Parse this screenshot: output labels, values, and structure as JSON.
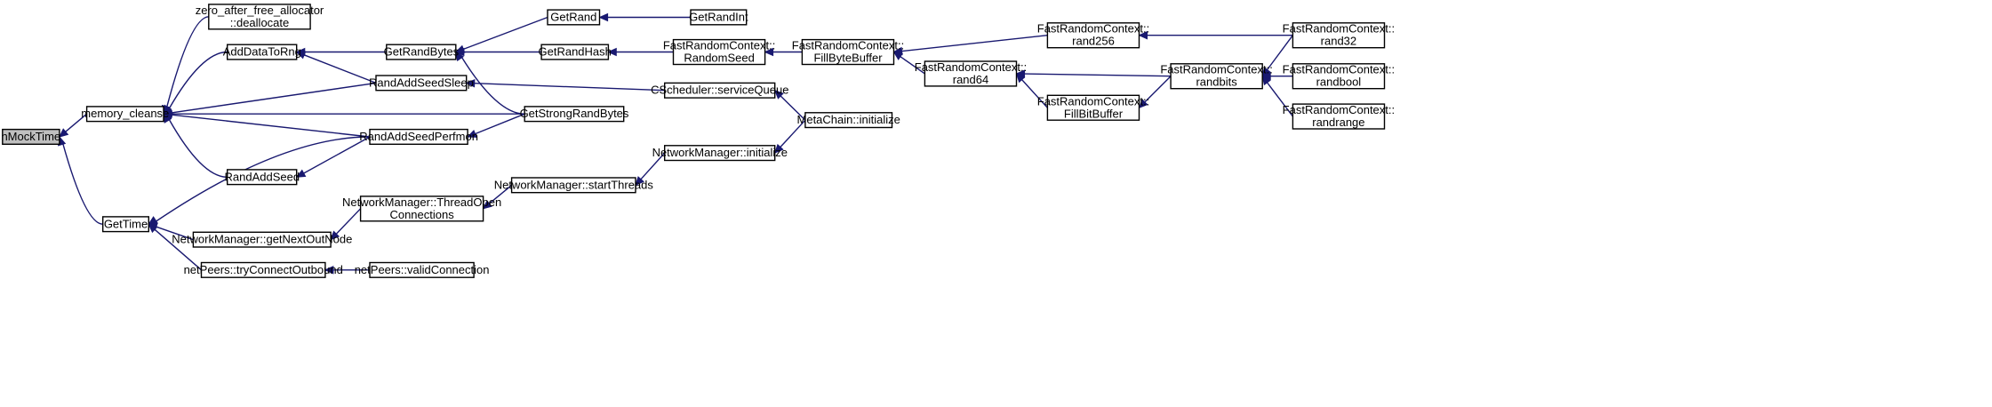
{
  "diagram": {
    "title": "",
    "edge_color": "#191970",
    "root_fill": "#bfbfbf",
    "nodes": [
      {
        "id": "nMockTime",
        "lines": [
          "nMockTime"
        ],
        "root": true
      },
      {
        "id": "memory_cleanse",
        "lines": [
          "memory_cleanse"
        ]
      },
      {
        "id": "GetTime",
        "lines": [
          "GetTime"
        ]
      },
      {
        "id": "zafa_dealloc",
        "lines": [
          "zero_after_free_allocator",
          "::deallocate"
        ]
      },
      {
        "id": "AddDataToRng",
        "lines": [
          "AddDataToRng"
        ]
      },
      {
        "id": "RandAddSeed",
        "lines": [
          "RandAddSeed"
        ]
      },
      {
        "id": "NM_getNextOutNode",
        "lines": [
          "NetworkManager::getNextOutNode"
        ]
      },
      {
        "id": "netPeers_tryConnectOutbound",
        "lines": [
          "netPeers::tryConnectOutbound"
        ]
      },
      {
        "id": "GetRandBytes",
        "lines": [
          "GetRandBytes"
        ]
      },
      {
        "id": "RandAddSeedSleep",
        "lines": [
          "RandAddSeedSleep"
        ]
      },
      {
        "id": "RandAddSeedPerfmon",
        "lines": [
          "RandAddSeedPerfmon"
        ]
      },
      {
        "id": "GetStrongRandBytes",
        "lines": [
          "GetStrongRandBytes"
        ]
      },
      {
        "id": "NM_ThreadOpenConnections",
        "lines": [
          "NetworkManager::ThreadOpen",
          "Connections"
        ]
      },
      {
        "id": "netPeers_validConnection",
        "lines": [
          "netPeers::validConnection"
        ]
      },
      {
        "id": "GetRand",
        "lines": [
          "GetRand"
        ]
      },
      {
        "id": "GetRandHash",
        "lines": [
          "GetRandHash"
        ]
      },
      {
        "id": "NM_startThreads",
        "lines": [
          "NetworkManager::startThreads"
        ]
      },
      {
        "id": "GetRandInt",
        "lines": [
          "GetRandInt"
        ]
      },
      {
        "id": "FRC_RandomSeed",
        "lines": [
          "FastRandomContext::",
          "RandomSeed"
        ]
      },
      {
        "id": "CScheduler_serviceQueue",
        "lines": [
          "CScheduler::serviceQueue"
        ]
      },
      {
        "id": "NM_initialize",
        "lines": [
          "NetworkManager::initialize"
        ]
      },
      {
        "id": "FRC_FillByteBuffer",
        "lines": [
          "FastRandomContext::",
          "FillByteBuffer"
        ]
      },
      {
        "id": "MetaChain_initialize",
        "lines": [
          "MetaChain::initialize"
        ]
      },
      {
        "id": "FRC_rand256",
        "lines": [
          "FastRandomContext::",
          "rand256"
        ]
      },
      {
        "id": "FRC_rand64",
        "lines": [
          "FastRandomContext::",
          "rand64"
        ]
      },
      {
        "id": "FRC_FillBitBuffer",
        "lines": [
          "FastRandomContext::",
          "FillBitBuffer"
        ]
      },
      {
        "id": "FRC_randbits",
        "lines": [
          "FastRandomContext::",
          "randbits"
        ]
      },
      {
        "id": "FRC_rand32",
        "lines": [
          "FastRandomContext::",
          "rand32"
        ]
      },
      {
        "id": "FRC_randbool",
        "lines": [
          "FastRandomContext::",
          "randbool"
        ]
      },
      {
        "id": "FRC_randrange",
        "lines": [
          "FastRandomContext::",
          "randrange"
        ]
      }
    ],
    "edges": [
      {
        "from": "memory_cleanse",
        "to": "nMockTime"
      },
      {
        "from": "GetTime",
        "to": "nMockTime"
      },
      {
        "from": "zafa_dealloc",
        "to": "memory_cleanse"
      },
      {
        "from": "AddDataToRng",
        "to": "memory_cleanse"
      },
      {
        "from": "RandAddSeedSleep",
        "to": "memory_cleanse"
      },
      {
        "from": "GetStrongRandBytes",
        "to": "memory_cleanse"
      },
      {
        "from": "RandAddSeedPerfmon",
        "to": "memory_cleanse"
      },
      {
        "from": "RandAddSeed",
        "to": "memory_cleanse"
      },
      {
        "from": "RandAddSeedPerfmon",
        "to": "GetTime"
      },
      {
        "from": "NM_getNextOutNode",
        "to": "GetTime"
      },
      {
        "from": "netPeers_tryConnectOutbound",
        "to": "GetTime"
      },
      {
        "from": "GetRandBytes",
        "to": "AddDataToRng"
      },
      {
        "from": "RandAddSeedSleep",
        "to": "AddDataToRng"
      },
      {
        "from": "RandAddSeedPerfmon",
        "to": "RandAddSeed"
      },
      {
        "from": "NM_ThreadOpenConnections",
        "to": "NM_getNextOutNode"
      },
      {
        "from": "netPeers_validConnection",
        "to": "netPeers_tryConnectOutbound"
      },
      {
        "from": "GetRand",
        "to": "GetRandBytes"
      },
      {
        "from": "GetRandHash",
        "to": "GetRandBytes"
      },
      {
        "from": "GetStrongRandBytes",
        "to": "GetRandBytes"
      },
      {
        "from": "CScheduler_serviceQueue",
        "to": "RandAddSeedSleep"
      },
      {
        "from": "GetStrongRandBytes",
        "to": "RandAddSeedPerfmon"
      },
      {
        "from": "NM_startThreads",
        "to": "NM_ThreadOpenConnections"
      },
      {
        "from": "GetRandInt",
        "to": "GetRand"
      },
      {
        "from": "FRC_RandomSeed",
        "to": "GetRandHash"
      },
      {
        "from": "NM_initialize",
        "to": "NM_startThreads"
      },
      {
        "from": "FRC_FillByteBuffer",
        "to": "FRC_RandomSeed"
      },
      {
        "from": "MetaChain_initialize",
        "to": "CScheduler_serviceQueue"
      },
      {
        "from": "MetaChain_initialize",
        "to": "NM_initialize"
      },
      {
        "from": "FRC_rand256",
        "to": "FRC_FillByteBuffer"
      },
      {
        "from": "FRC_rand64",
        "to": "FRC_FillByteBuffer"
      },
      {
        "from": "FRC_rand32",
        "to": "FRC_rand256"
      },
      {
        "from": "FRC_randbits",
        "to": "FRC_rand64"
      },
      {
        "from": "FRC_randbits",
        "to": "FRC_FillBitBuffer"
      },
      {
        "from": "FRC_FillBitBuffer",
        "to": "FRC_rand64"
      },
      {
        "from": "FRC_rand32",
        "to": "FRC_randbits"
      },
      {
        "from": "FRC_randbool",
        "to": "FRC_randbits"
      },
      {
        "from": "FRC_randrange",
        "to": "FRC_randbits"
      }
    ]
  }
}
